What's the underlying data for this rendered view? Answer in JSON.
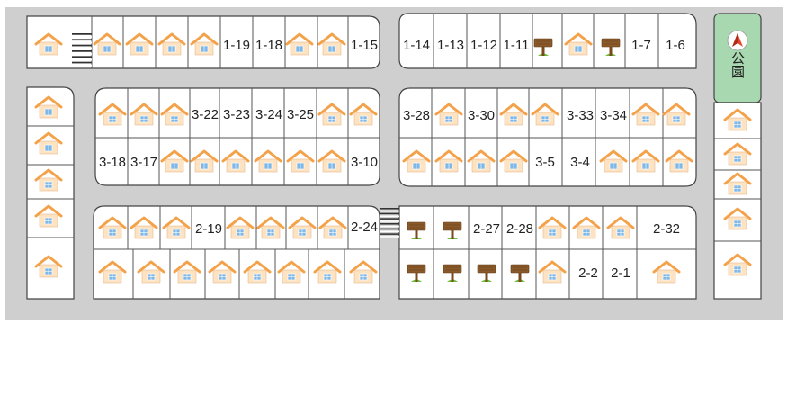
{
  "map": {
    "colors": {
      "road": "#cfcfcf",
      "lot_fill": "#ffffff",
      "lot_stroke": "#555555",
      "park": "#a8d8b0",
      "house_wall": "#fde3c2",
      "house_roof": "#f4a24a",
      "house_window": "#7fb8e8",
      "sign_board": "#8b5a2b",
      "sign_grass": "#6cbf3a"
    },
    "park": {
      "label": "公園",
      "icon": "compass-icon"
    },
    "lot_labels": [
      "1-19",
      "1-18",
      "1-15",
      "1-14",
      "1-13",
      "1-12",
      "1-11",
      "1-7",
      "1-6",
      "3-22",
      "3-23",
      "3-24",
      "3-25",
      "3-28",
      "3-30",
      "3-33",
      "3-34",
      "3-18",
      "3-17",
      "3-10",
      "3-5",
      "3-4",
      "2-19",
      "2-24",
      "2-27",
      "2-28",
      "2-32",
      "2-2",
      "2-1"
    ],
    "legend_icons": [
      "house-icon",
      "signboard-icon",
      "crosswalk-icon"
    ]
  }
}
